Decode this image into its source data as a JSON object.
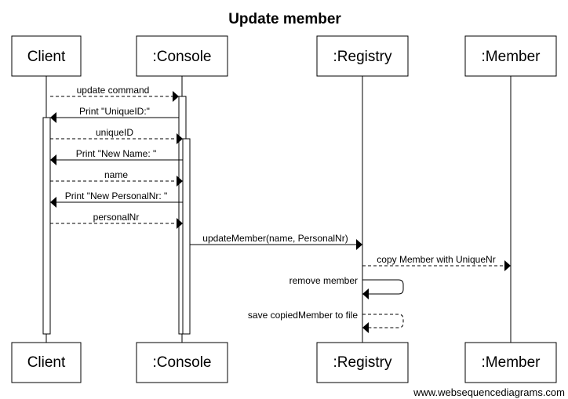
{
  "diagram": {
    "title": "Update member",
    "footer": "www.websequencediagrams.com",
    "participants": [
      {
        "id": "client",
        "label": "Client"
      },
      {
        "id": "console",
        "label": ":Console"
      },
      {
        "id": "registry",
        "label": ":Registry"
      },
      {
        "id": "member",
        "label": ":Member"
      }
    ],
    "messages": [
      {
        "from": "client",
        "to": "console",
        "label": "update command",
        "style": "dashed"
      },
      {
        "from": "console",
        "to": "client",
        "label": "Print \"UniqueID:\"",
        "style": "solid"
      },
      {
        "from": "client",
        "to": "console",
        "label": "uniqueID",
        "style": "dashed"
      },
      {
        "from": "console",
        "to": "client",
        "label": "Print \"New Name: \"",
        "style": "solid"
      },
      {
        "from": "client",
        "to": "console",
        "label": "name",
        "style": "dashed"
      },
      {
        "from": "console",
        "to": "client",
        "label": "Print \"New PersonalNr: \"",
        "style": "solid"
      },
      {
        "from": "client",
        "to": "console",
        "label": "personalNr",
        "style": "dashed"
      },
      {
        "from": "console",
        "to": "registry",
        "label": "updateMember(name, PersonalNr)",
        "style": "solid"
      },
      {
        "from": "registry",
        "to": "member",
        "label": "copy Member with UniqueNr",
        "style": "dashed"
      },
      {
        "from": "registry",
        "to": "registry",
        "label": "remove member",
        "style": "solid"
      },
      {
        "from": "registry",
        "to": "registry",
        "label": "save copiedMember to file",
        "style": "dashed"
      }
    ]
  }
}
